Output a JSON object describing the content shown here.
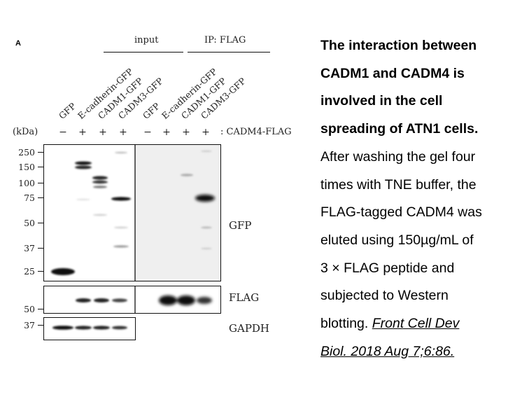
{
  "figure": {
    "panel_letter": "A",
    "group_input": "input",
    "group_ip": "IP: FLAG",
    "lanes": [
      "GFP",
      "E-cadherin-GFP",
      "CADM1-GFP",
      "CADM3-GFP",
      "GFP",
      "E-cadherin-GFP",
      "CADM1-GFP",
      "CADM3-GFP"
    ],
    "signs": [
      "−",
      "+",
      "+",
      "+",
      "−",
      "+",
      "+",
      "+"
    ],
    "kda_label": "(kDa)",
    "cadm4_flag_label": ": CADM4-FLAG",
    "gfp_markers": [
      "250",
      "150",
      "100",
      "75",
      "50",
      "37",
      "25"
    ],
    "flag_markers": [
      "50"
    ],
    "gapdh_markers": [
      "37"
    ],
    "blot_labels": {
      "gfp": "GFP",
      "flag": "FLAG",
      "gapdh": "GAPDH"
    }
  },
  "caption": {
    "title_lines": [
      "The interaction between",
      "CADM1 and CADM4 is",
      "involved in the cell",
      "spreading of ATN1 cells."
    ],
    "body_lines": [
      "After washing the gel four",
      "times with TNE buffer, the",
      "FLAG-tagged CADM4 was",
      "eluted using 150µg/mL of",
      "3 × FLAG peptide and",
      "subjected to Western",
      "blotting."
    ],
    "citation_lines": [
      "Front Cell Dev",
      "Biol. 2018 Aug 7;6:86."
    ]
  }
}
